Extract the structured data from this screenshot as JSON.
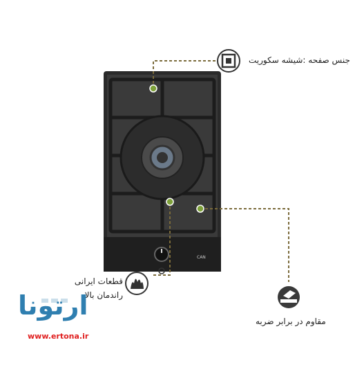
{
  "annotations": {
    "glass": "جنس صفحه :شیشه سکوریت",
    "parts": [
      "قطعات ایرانی",
      "راندمان بالا"
    ],
    "impact": "مقاوم در برابر ضربه"
  },
  "hob": {
    "brand": "CAN"
  },
  "logo": {
    "name": "ارتونا",
    "url": "www.ertona.ir"
  },
  "icons": {
    "glass": "square-glass-icon",
    "flame": "flame-icon",
    "impact": "hammer-impact-icon"
  },
  "colors": {
    "dashed_line": "#7a6a3a",
    "marker": "#7ea13a",
    "hob_frame": "#2a2a2a",
    "logo_blue": "#2f7fb0",
    "logo_red": "#e02020"
  }
}
